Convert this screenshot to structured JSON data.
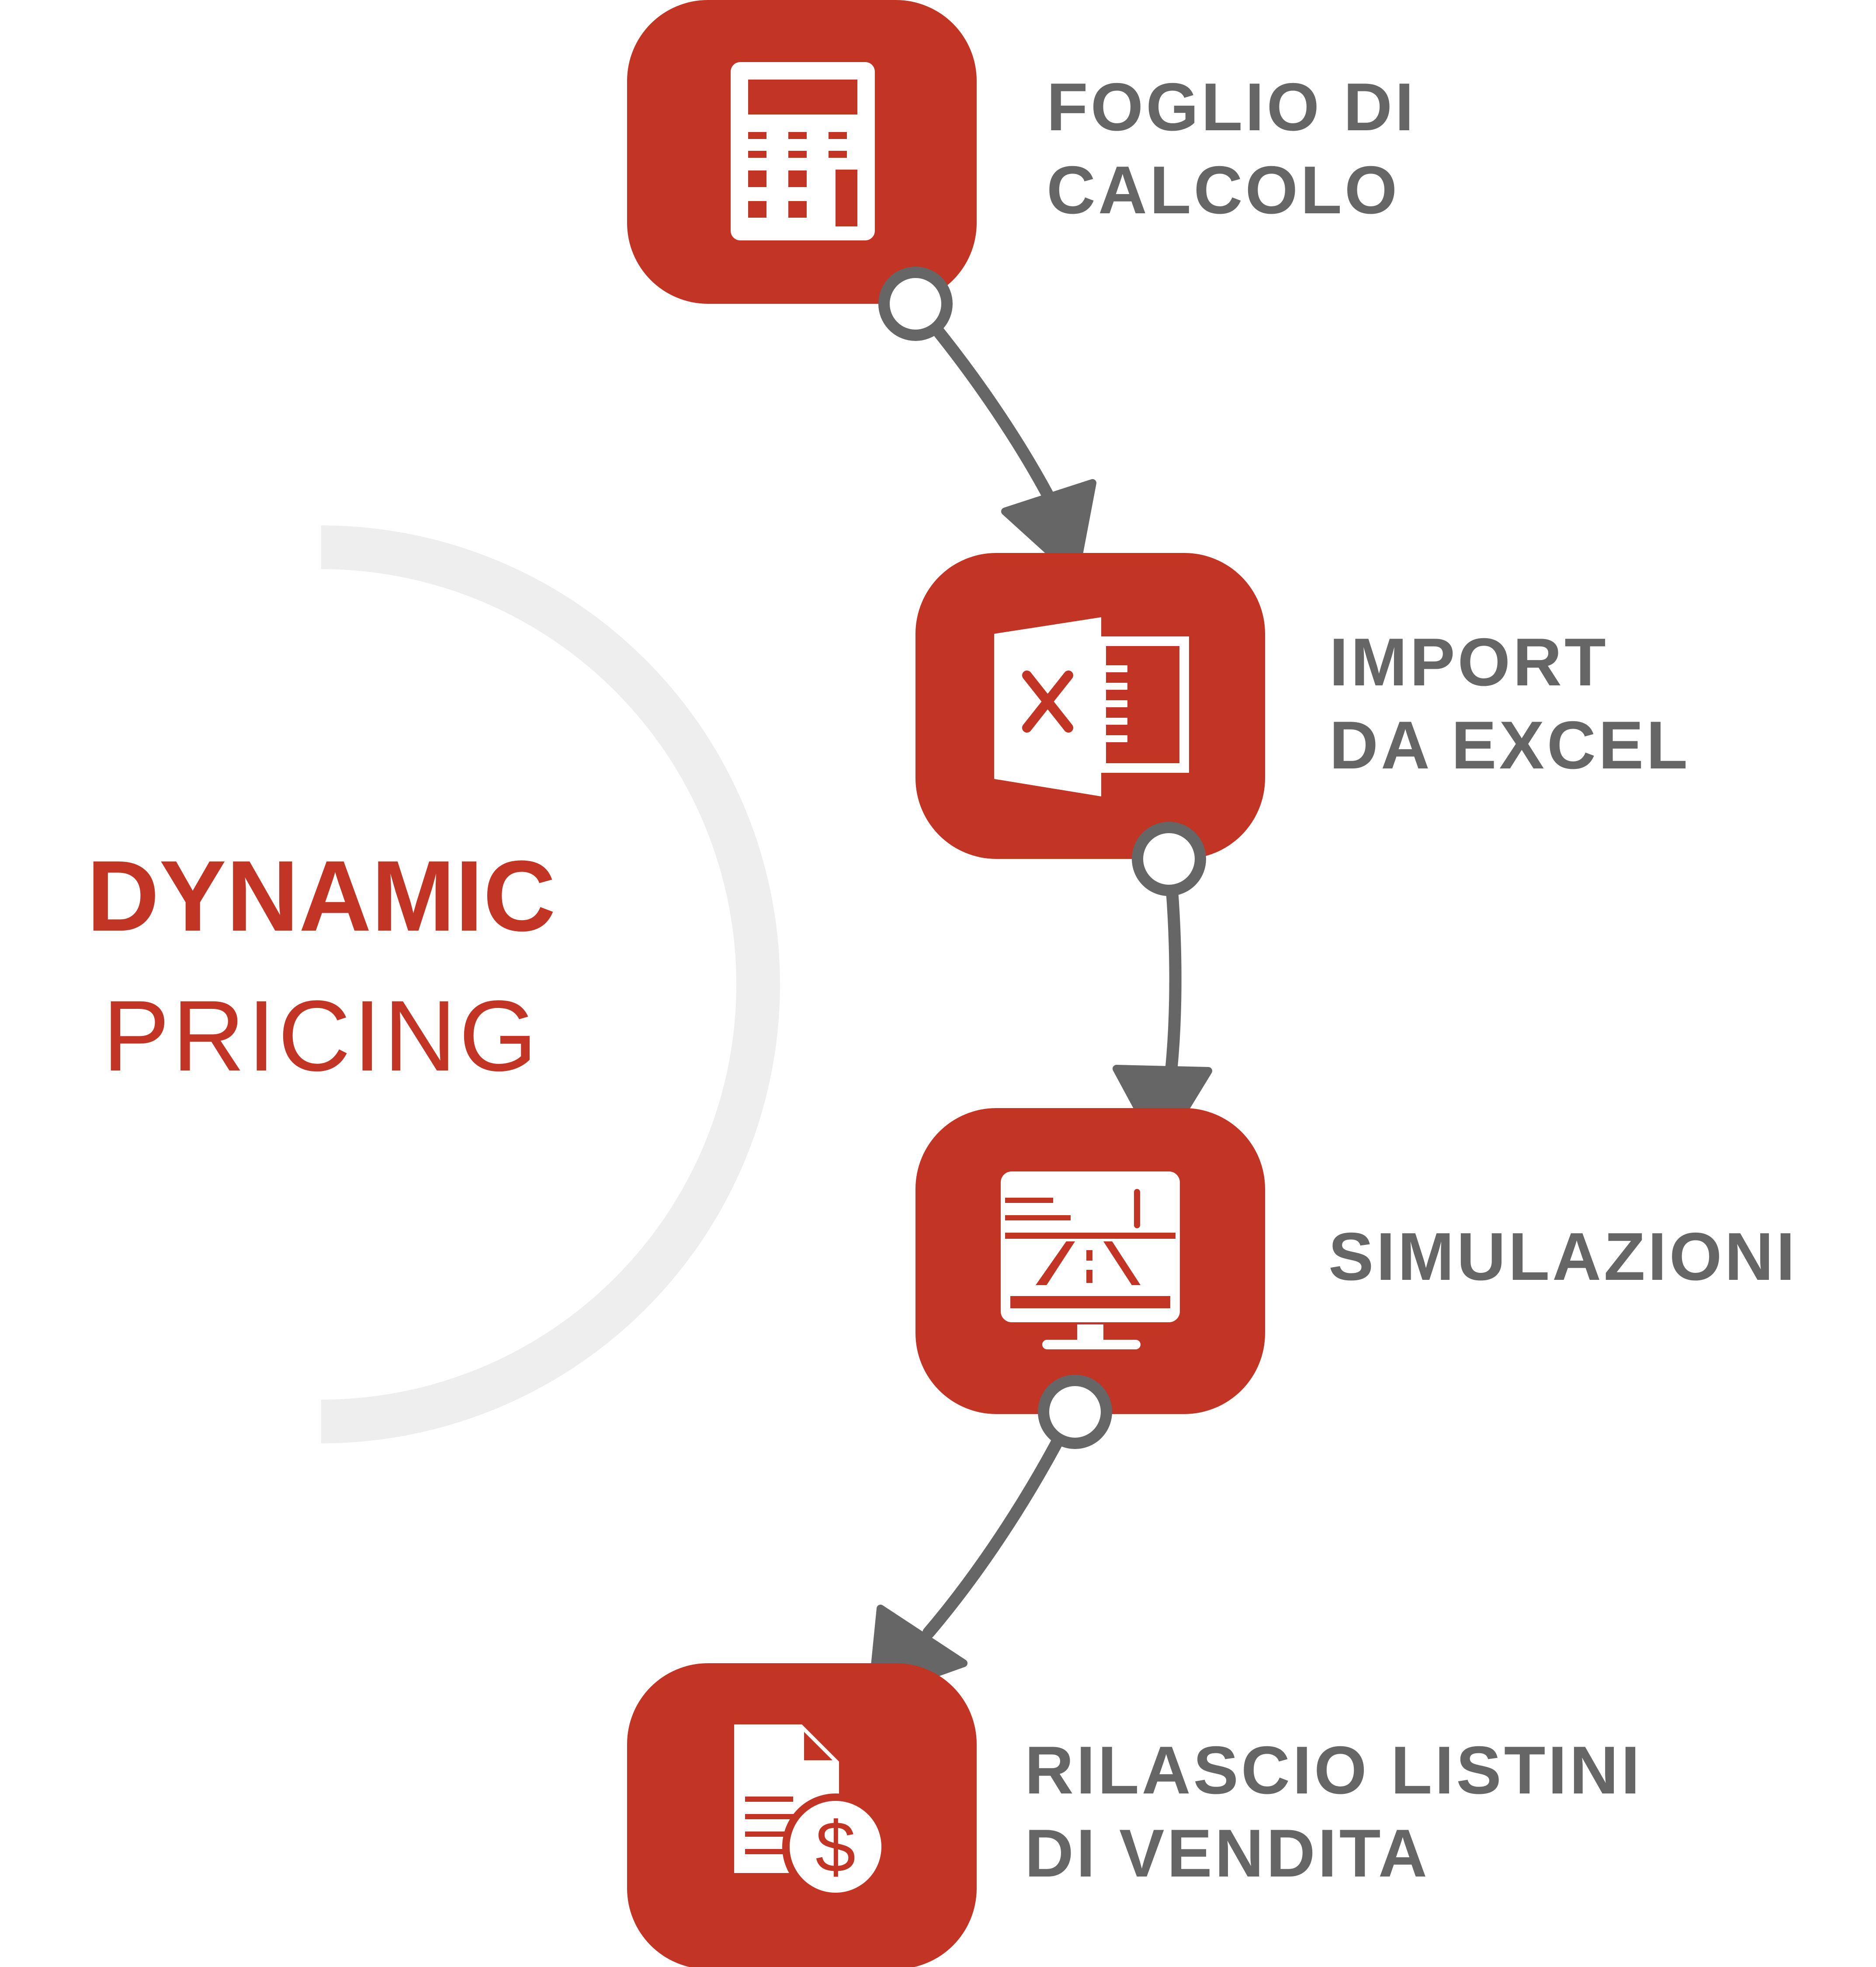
{
  "diagram": {
    "title_line1": "DYNAMIC",
    "title_line2": "PRICING",
    "steps": [
      {
        "line1": "FOGLIO DI",
        "line2": "CALCOLO",
        "icon": "calculator-icon"
      },
      {
        "line1": "IMPORT",
        "line2": "DA EXCEL",
        "icon": "excel-icon"
      },
      {
        "line1": "SIMULAZIONI",
        "line2": "",
        "icon": "simulation-monitor-icon"
      },
      {
        "line1": "RILASCIO LISTINI",
        "line2": "DI VENDITA",
        "icon": "price-list-document-icon"
      }
    ],
    "colors": {
      "accent": "#c23424",
      "connector": "#666666",
      "label_text": "#666666",
      "arc": "#eeeeee"
    }
  }
}
